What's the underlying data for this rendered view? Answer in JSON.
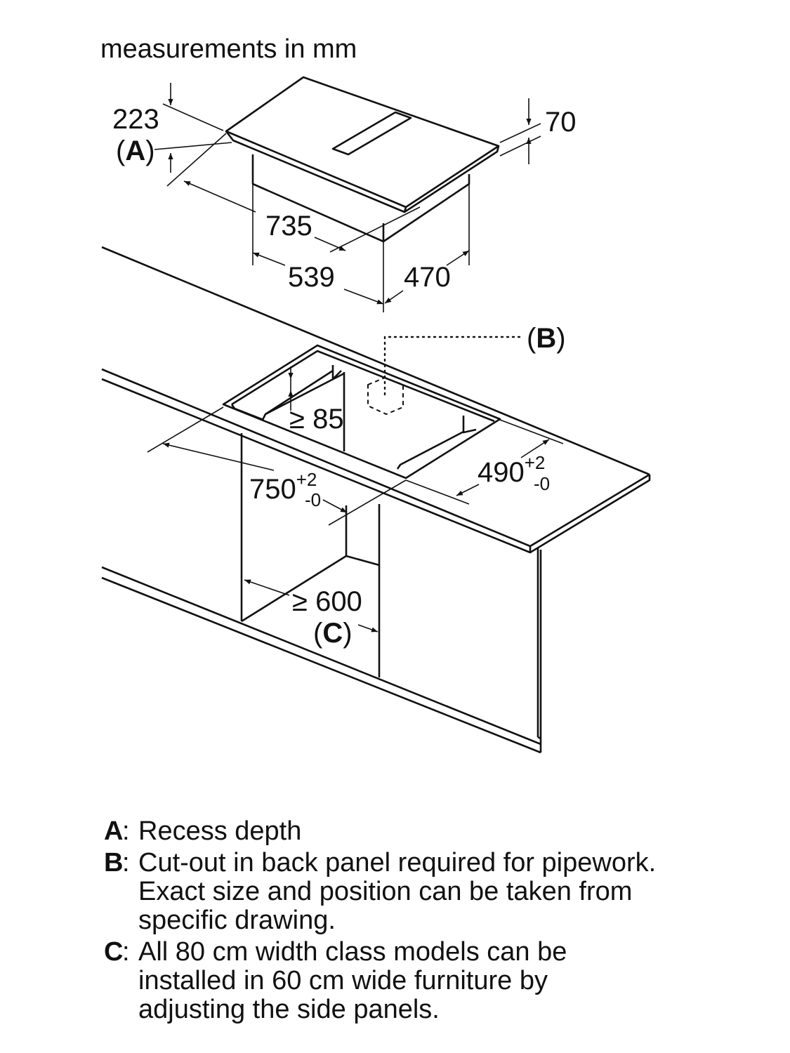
{
  "units_note": "measurements in mm",
  "dimensions": {
    "depth_top": "223",
    "label_a": "A",
    "height": "70",
    "d735": "735",
    "d539": "539",
    "d470": "470",
    "ge85": "≥ 85",
    "w750": "750",
    "w750_plus": "+2",
    "w750_minus": "-0",
    "d490": "490",
    "d490_plus": "+2",
    "d490_minus": "-0",
    "ge600": "≥ 600",
    "label_b": "B",
    "label_c": "C"
  },
  "legend": [
    {
      "key": "A",
      "lines": [
        "Recess depth"
      ]
    },
    {
      "key": "B",
      "lines": [
        "Cut-out in back panel required for pipework.",
        "Exact size and position can be taken from",
        "specific drawing."
      ]
    },
    {
      "key": "C",
      "lines": [
        "All 80 cm width class models can be",
        "installed in 60 cm wide furniture by",
        "adjusting the side panels."
      ]
    }
  ]
}
